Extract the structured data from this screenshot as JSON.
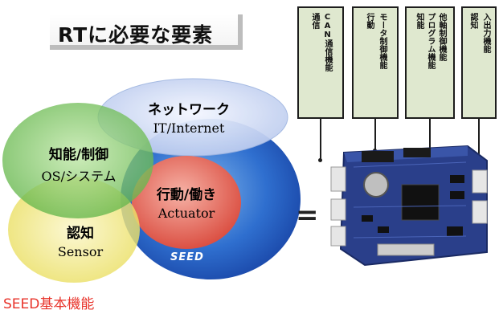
{
  "title": "RTに必要な要素",
  "circles": {
    "network": {
      "jp": "ネットワーク",
      "en": "IT/Internet"
    },
    "intelligence": {
      "jp": "知能/制御",
      "en": "OS/システム"
    },
    "action": {
      "jp": "行動/働き",
      "en": "Actuator"
    },
    "perception": {
      "jp": "認知",
      "en": "Sensor"
    }
  },
  "seed_logo": "SEED",
  "equals": "=",
  "caption": "SEED基本機能",
  "callouts": [
    {
      "heading": "通信",
      "body": "CAN通信機能"
    },
    {
      "heading": "行動",
      "body": "モータ制御機能"
    },
    {
      "heading": "知能",
      "body": "プログラム機能",
      "body2": "他軸制御機能"
    },
    {
      "heading": "認知",
      "body": "入出力機能"
    }
  ],
  "colors": {
    "caption": "#e8332a",
    "callout_fill": "#dfe8cf",
    "seed_blue": "#1f4fb5",
    "board": "#2a3f8a"
  }
}
